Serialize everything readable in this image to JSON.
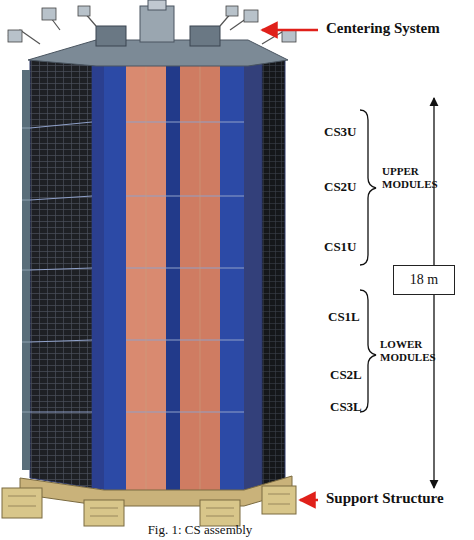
{
  "diagram": {
    "caption": "Fig. 1: CS assembly",
    "nodes": [
      {
        "text": [
          "18 m"
        ]
      }
    ],
    "labels": [
      "Centering System",
      "CS3U",
      "CS2U",
      "CS1U",
      "UPPER MODULES",
      "CS1L",
      "CS2L",
      "LOWER MODULES",
      "CS3L",
      "Support Structure"
    ]
  }
}
